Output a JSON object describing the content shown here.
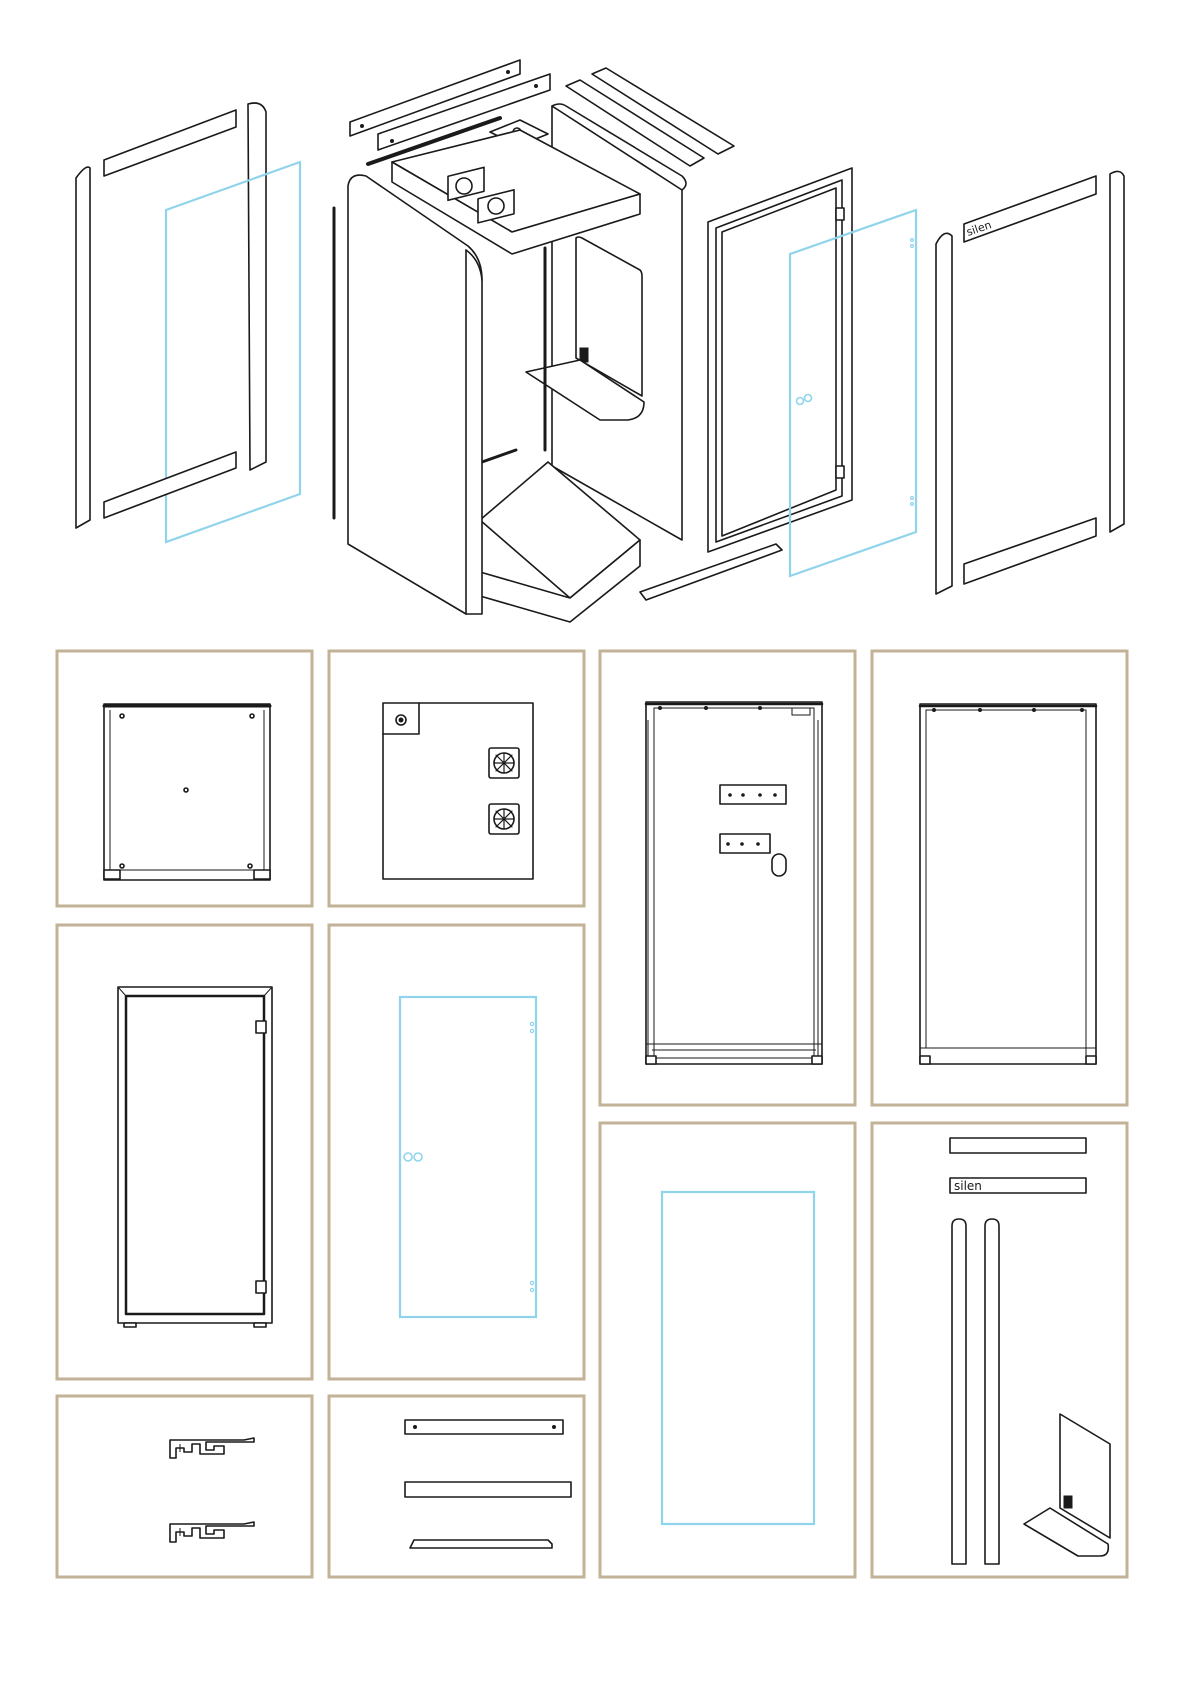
{
  "colors": {
    "panel_border": "#c2b296",
    "line": "#1a1a1a",
    "glass": "#8fd4ea",
    "background": "#ffffff"
  },
  "labels": {
    "brand_exploded": "silen",
    "brand_strip": "silen"
  },
  "parts": [
    "roof-panel",
    "ceiling-fans-panel",
    "back-wall-panel",
    "side-wall-panel",
    "door-frame",
    "glass-door",
    "glass-side-panel",
    "strips-and-shelf",
    "profile-clips",
    "top-bars"
  ]
}
